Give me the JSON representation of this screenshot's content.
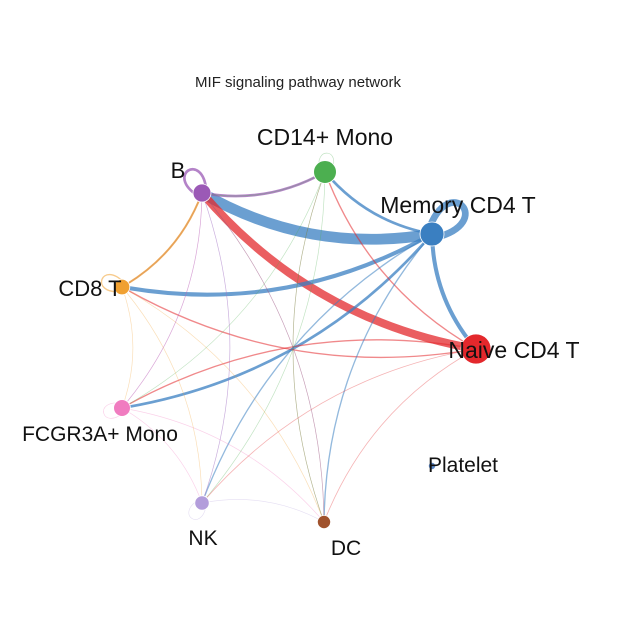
{
  "title": "MIF signaling pathway network",
  "nodes": [
    {
      "id": "B",
      "label": "B",
      "color": "#9b59b6",
      "weight": 0.5
    },
    {
      "id": "CD14+ Mono",
      "label": "CD14+ Mono",
      "color": "#4caf50",
      "weight": 0.7
    },
    {
      "id": "Memory CD4 T",
      "label": "Memory CD4 T",
      "color": "#3a7fc1",
      "weight": 0.75
    },
    {
      "id": "Naive CD4 T",
      "label": "Naive CD4 T",
      "color": "#e3282c",
      "weight": 1.0
    },
    {
      "id": "Platelet",
      "label": "Platelet",
      "color": "#5a87c6",
      "weight": 0.05
    },
    {
      "id": "DC",
      "label": "DC",
      "color": "#a0522d",
      "weight": 0.3
    },
    {
      "id": "NK",
      "label": "NK",
      "color": "#b39ddb",
      "weight": 0.35
    },
    {
      "id": "FCGR3A+ Mono",
      "label": "FCGR3A+ Mono",
      "color": "#f07cc0",
      "weight": 0.45
    },
    {
      "id": "CD8 T",
      "label": "CD8 T",
      "color": "#f0a030",
      "weight": 0.4
    }
  ],
  "edges": [
    {
      "source": "Memory CD4 T",
      "target": "B",
      "weight": 8
    },
    {
      "source": "Naive CD4 T",
      "target": "B",
      "weight": 6
    },
    {
      "source": "Memory CD4 T",
      "target": "Memory CD4 T",
      "weight": 5
    },
    {
      "source": "Memory CD4 T",
      "target": "CD8 T",
      "weight": 3
    },
    {
      "source": "Memory CD4 T",
      "target": "Naive CD4 T",
      "weight": 3
    },
    {
      "source": "Memory CD4 T",
      "target": "FCGR3A+ Mono",
      "weight": 2
    },
    {
      "source": "Memory CD4 T",
      "target": "CD14+ Mono",
      "weight": 2
    },
    {
      "source": "B",
      "target": "B",
      "weight": 2
    },
    {
      "source": "B",
      "target": "CD14+ Mono",
      "weight": 2
    },
    {
      "source": "B",
      "target": "CD8 T",
      "weight": 1
    },
    {
      "source": "CD8 T",
      "target": "CD8 T",
      "weight": 1
    },
    {
      "source": "CD8 T",
      "target": "B",
      "weight": 1.5
    },
    {
      "source": "Naive CD4 T",
      "target": "CD8 T",
      "weight": 1
    },
    {
      "source": "Naive CD4 T",
      "target": "FCGR3A+ Mono",
      "weight": 1
    },
    {
      "source": "Naive CD4 T",
      "target": "CD14+ Mono",
      "weight": 1
    },
    {
      "source": "Memory CD4 T",
      "target": "NK",
      "weight": 1
    },
    {
      "source": "Memory CD4 T",
      "target": "DC",
      "weight": 1
    },
    {
      "source": "CD14+ Mono",
      "target": "CD14+ Mono",
      "weight": 0.5
    },
    {
      "source": "CD14+ Mono",
      "target": "B",
      "weight": 0.7
    },
    {
      "source": "CD14+ Mono",
      "target": "DC",
      "weight": 0.5
    },
    {
      "source": "CD14+ Mono",
      "target": "NK",
      "weight": 0.5
    },
    {
      "source": "CD14+ Mono",
      "target": "FCGR3A+ Mono",
      "weight": 0.5
    },
    {
      "source": "FCGR3A+ Mono",
      "target": "B",
      "weight": 0.5
    },
    {
      "source": "FCGR3A+ Mono",
      "target": "DC",
      "weight": 0.5
    },
    {
      "source": "FCGR3A+ Mono",
      "target": "NK",
      "weight": 0.5
    },
    {
      "source": "FCGR3A+ Mono",
      "target": "FCGR3A+ Mono",
      "weight": 0.5
    },
    {
      "source": "CD8 T",
      "target": "DC",
      "weight": 0.5
    },
    {
      "source": "CD8 T",
      "target": "NK",
      "weight": 0.5
    },
    {
      "source": "CD8 T",
      "target": "FCGR3A+ Mono",
      "weight": 0.5
    },
    {
      "source": "NK",
      "target": "B",
      "weight": 0.4
    },
    {
      "source": "NK",
      "target": "DC",
      "weight": 0.4
    },
    {
      "source": "NK",
      "target": "NK",
      "weight": 0.4
    },
    {
      "source": "DC",
      "target": "B",
      "weight": 0.4
    },
    {
      "source": "DC",
      "target": "CD14+ Mono",
      "weight": 0.4
    },
    {
      "source": "Naive CD4 T",
      "target": "DC",
      "weight": 0.6
    },
    {
      "source": "Naive CD4 T",
      "target": "NK",
      "weight": 0.6
    },
    {
      "source": "B",
      "target": "DC",
      "weight": 0.5
    },
    {
      "source": "B",
      "target": "NK",
      "weight": 0.5
    },
    {
      "source": "B",
      "target": "FCGR3A+ Mono",
      "weight": 0.5
    }
  ]
}
